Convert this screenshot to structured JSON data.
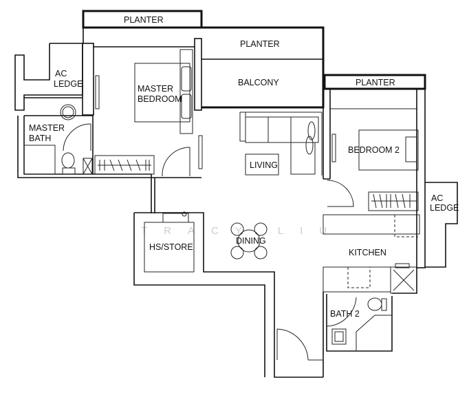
{
  "plan": {
    "rooms": {
      "planter_1": "PLANTER",
      "planter_2": "PLANTER",
      "planter_3": "PLANTER",
      "balcony": "BALCONY",
      "ac_ledge_1_a": "AC",
      "ac_ledge_1_b": "LEDGE",
      "master_bedroom_a": "MASTER",
      "master_bedroom_b": "BEDROOM",
      "master_bath_a": "MASTER",
      "master_bath_b": "BATH",
      "living": "LIVING",
      "bedroom_2": "BEDROOM 2",
      "ac_ledge_2_a": "AC",
      "ac_ledge_2_b": "LEDGE",
      "hs_store": "HS/STORE",
      "dining": "DINING",
      "kitchen": "KITCHEN",
      "bath_2": "BATH 2"
    },
    "watermark": "TRACY LIU",
    "colors": {
      "line": "#111111",
      "background": "#ffffff"
    }
  }
}
